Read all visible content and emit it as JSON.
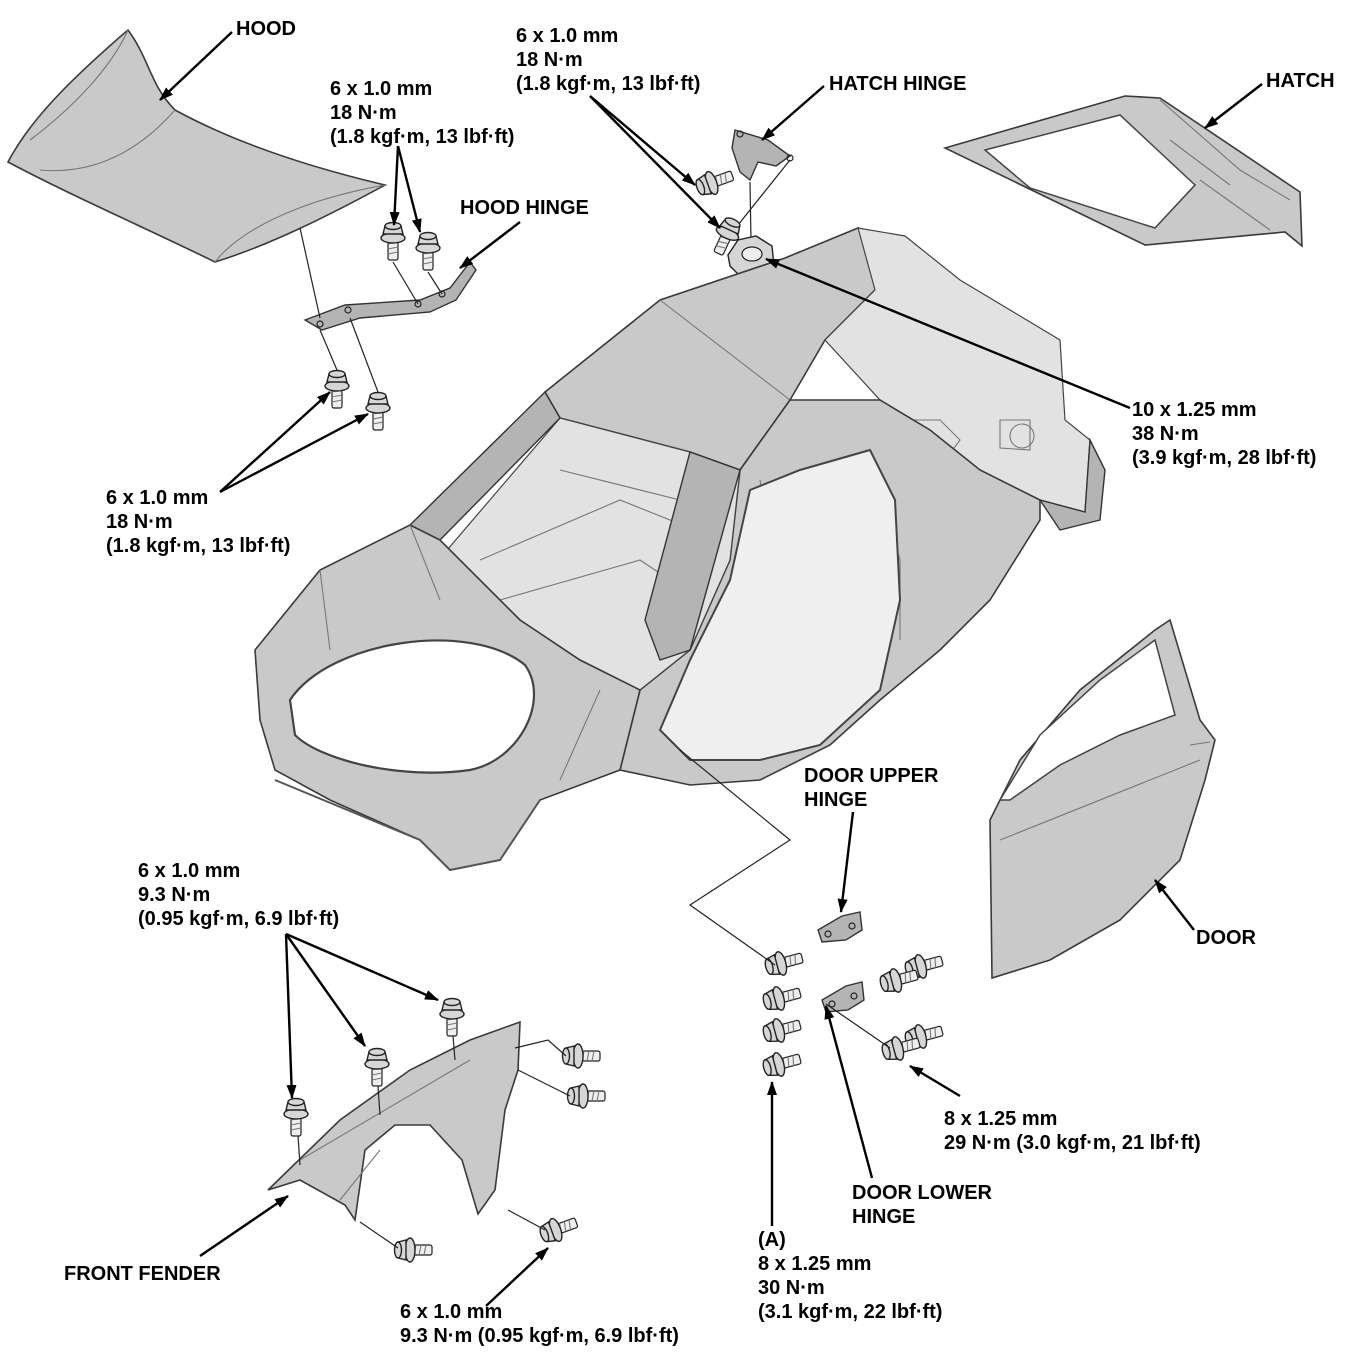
{
  "labels": {
    "hood": "HOOD",
    "hood_hinge": "HOOD HINGE",
    "hatch_hinge": "HATCH HINGE",
    "hatch": "HATCH",
    "door_upper_hinge": [
      "DOOR UPPER",
      "HINGE"
    ],
    "door_lower_hinge": [
      "DOOR LOWER",
      "HINGE"
    ],
    "door": "DOOR",
    "front_fender": "FRONT FENDER"
  },
  "specs": {
    "hood_hinge_upper": [
      "6 x 1.0 mm",
      "18 N·m",
      "(1.8 kgf·m, 13 lbf·ft)"
    ],
    "hood_hinge_lower": [
      "6 x 1.0 mm",
      "18 N·m",
      "(1.8 kgf·m, 13 lbf·ft)"
    ],
    "hatch_hinge": [
      "6 x 1.0 mm",
      "18 N·m",
      "(1.8 kgf·m, 13 lbf·ft)"
    ],
    "hatch_nut": [
      "10 x 1.25 mm",
      "38 N·m",
      "(3.9 kgf·m, 28 lbf·ft)"
    ],
    "fender_top": [
      "6 x 1.0 mm",
      "9.3 N·m",
      "(0.95 kgf·m, 6.9 lbf·ft)"
    ],
    "fender_bottom": [
      "6 x 1.0 mm",
      "9.3 N·m (0.95 kgf·m, 6.9 lbf·ft)"
    ],
    "door_hinge_bolt": [
      "8 x 1.25 mm",
      "29 N·m (3.0 kgf·m, 21 lbf·ft)"
    ],
    "door_hinge_bolt_a": [
      "(A)",
      "8 x 1.25 mm",
      "30 N·m",
      "(3.1 kgf·m, 22 lbf·ft)"
    ]
  }
}
